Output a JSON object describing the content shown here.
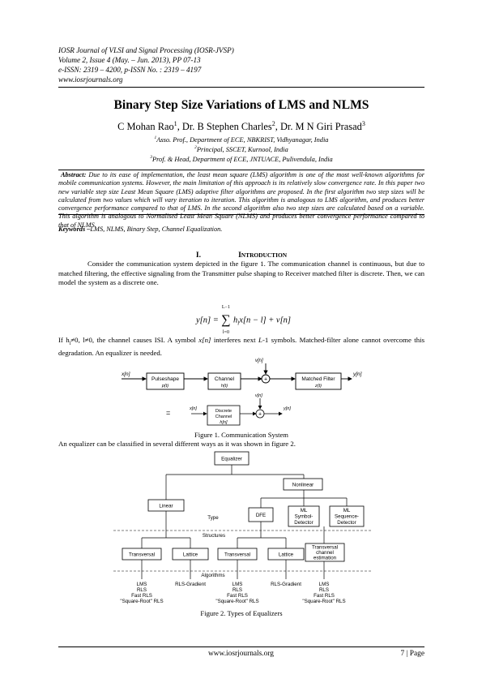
{
  "header": {
    "journal": "IOSR Journal of VLSI and Signal Processing (IOSR-JVSP)",
    "volume": "Volume 2, Issue 4 (May. – Jun. 2013), PP 07-13",
    "issn": "e-ISSN: 2319 – 4200, p-ISSN No. : 2319 – 4197",
    "website": "www.iosrjournals.org"
  },
  "title": "Binary Step Size Variations of LMS and NLMS",
  "authors": [
    {
      "name": "C Mohan Rao",
      "mark": "1",
      "sep": ", "
    },
    {
      "name": "Dr. B Stephen Charles",
      "mark": "2",
      "sep": ", "
    },
    {
      "name": "Dr. M N Giri Prasad",
      "mark": "3",
      "sep": ""
    }
  ],
  "affiliations": [
    {
      "mark": "1",
      "text": "Asso. Prof., Department of ECE, NBKRIST, Vidhyanagar, India"
    },
    {
      "mark": "2",
      "text": "Principal, SSCET, Kurnool, India"
    },
    {
      "mark": "3",
      "text": "Prof. & Head, Department of ECE, JNTUACE, Pulivendula, India"
    }
  ],
  "abstract": {
    "label": "Abstract:",
    "text": "Due to its ease of implementation, the least mean square (LMS) algorithm is one of the most well-known algorithms for mobile communication systems. However, the main limitation of this approach is its relatively slow convergence rate. In this paper two new variable step size Least Mean Square (LMS) adaptive filter algorithms are proposed. In the first algorithm two step sizes will be calculated from two values which will vary iteration to iteration. This algorithm is analogous to LMS algorithm, and produces better convergence performance compared to that of LMS. In the second algorithm also two step sizes are calculated based on a variable. This algorithm is analogous to Normalised Least Mean Square (NLMS) and produces better convergence performance compared to that of NLMS."
  },
  "keywords": {
    "label": "Keywords –",
    "text": "LMS, NLMS, Binary Step, Channel Equalization."
  },
  "section": {
    "number": "I.",
    "first_letter": "I",
    "rest": "NTRODUCTION"
  },
  "paragraphs": {
    "p1": "Consider the communication system depicted in the figure 1. The communication channel is continuous, but due to matched filtering, the effective signaling from the Transmitter pulse shaping to Receiver matched filter is discrete. Then, we can model the system as a discrete one.",
    "p2_a": "If h",
    "p2_sub": "l",
    "p2_b": "≠0, l≠0, the channel causes ISI. A symbol ",
    "p2_c": "x[n]",
    "p2_d": " interferes next ",
    "p2_e": "L",
    "p2_f": "-1 symbols. Matched-filter alone cannot overcome this degradation. An equalizer is needed.",
    "p3": "An equalizer can be classified in several different ways as it was shown in figure 2."
  },
  "equation": {
    "lhs": "y[n] =",
    "sum_upper": "L−1",
    "sum_lower": "l=0",
    "term": "h",
    "term_sub": "l",
    "term_rest": "x[n − l] + v[n]"
  },
  "figure1": {
    "caption": "Figure  1. Communication System",
    "input_label": "x[n]",
    "output_label": "y[n]",
    "noise_label": "v[n]",
    "plus": "+",
    "blocks": [
      {
        "name": "Pulseshape",
        "sub": "p(t)"
      },
      {
        "name": "Channel",
        "sub": "h(t)"
      },
      {
        "name": "Matched Filter",
        "sub": "z(t)"
      }
    ],
    "equiv": {
      "input": "x[n]",
      "block_line1": "Discrete",
      "block_line2": "Channel",
      "block_line3": "h[n]",
      "noise": "v[n]",
      "output": "y[n]",
      "eq_sign": "="
    }
  },
  "figure2": {
    "caption": "Figure 2. Types of Equalizers",
    "root": "Equalizer",
    "nonlinear": "Nonlinear",
    "linear": "Linear",
    "type_label": "Type",
    "dfe": "DFE",
    "ml_symbol": [
      "ML",
      "Symbol-",
      "Detector"
    ],
    "ml_sequence": [
      "ML",
      "Sequence-",
      "Detector"
    ],
    "structures_label": "Structures",
    "transversal": "Transversal",
    "lattice": "Lattice",
    "transversal_channel": [
      "Transversal",
      "channel",
      "estimation"
    ],
    "algorithms_label": "Algorithms",
    "alg_group": [
      "LMS",
      "RLS",
      "Fast RLS",
      "\"Square-Root\" RLS"
    ],
    "rls_gradient": "RLS-Gradient"
  },
  "footer": {
    "website": "www.iosrjournals.org",
    "page": "7 | Page"
  }
}
